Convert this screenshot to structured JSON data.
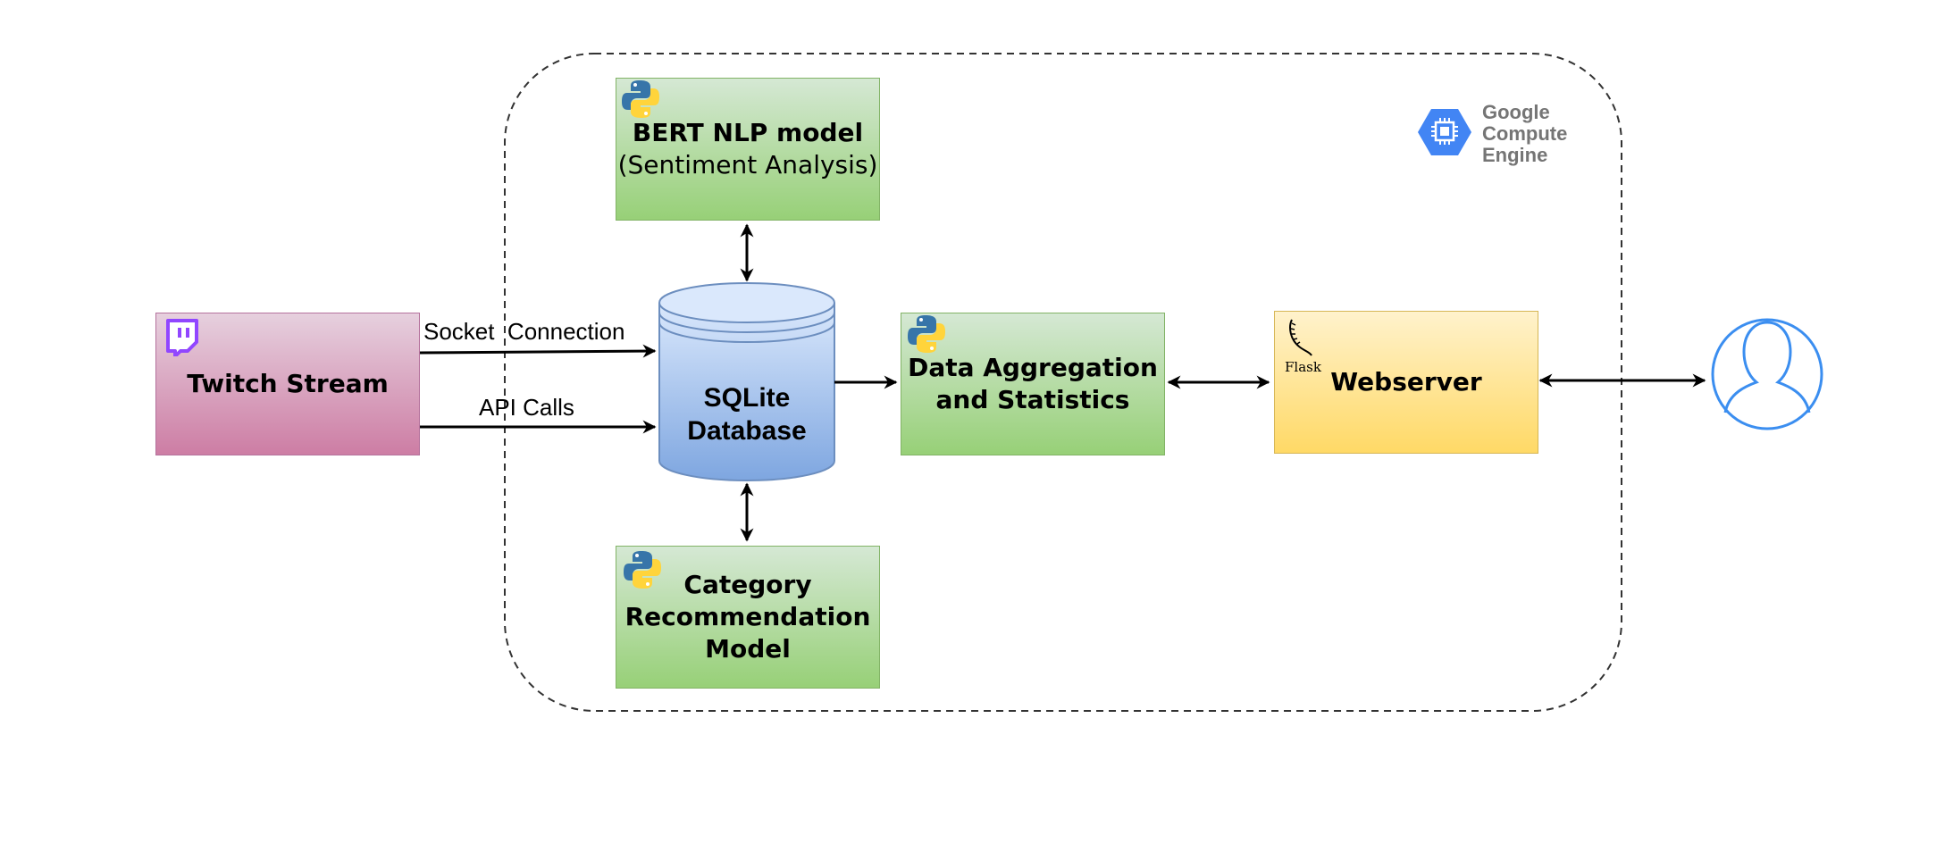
{
  "nodes": {
    "twitch": {
      "label": "Twitch Stream"
    },
    "bert": {
      "title": "BERT NLP model",
      "subtitle": "(Sentiment Analysis)"
    },
    "database": {
      "line1": "SQLite",
      "line2": "Database"
    },
    "aggregation": {
      "line1": "Data Aggregation",
      "line2": "and Statistics"
    },
    "category": {
      "line1": "Category",
      "line2": "Recommendation",
      "line3": "Model"
    },
    "webserver": {
      "label": "Webserver",
      "logo_text": "Flask"
    }
  },
  "edges": {
    "socket": "Socket  Connection",
    "api": "API Calls"
  },
  "cloud": {
    "line1": "Google",
    "line2": "Compute",
    "line3": "Engine"
  },
  "colors": {
    "green_fill": "#d5e8d4",
    "green_border": "#82b366",
    "pink_fill": "#e6d0de",
    "yellow_fill": "#fff2cc",
    "db_fill": "#dae8fc",
    "user_icon": "#3b8ef0",
    "gce_blue": "#4285f4",
    "twitch_purple": "#9146ff"
  },
  "icons": [
    "python-icon",
    "twitch-icon",
    "google-compute-engine-icon",
    "flask-icon",
    "user-icon"
  ]
}
